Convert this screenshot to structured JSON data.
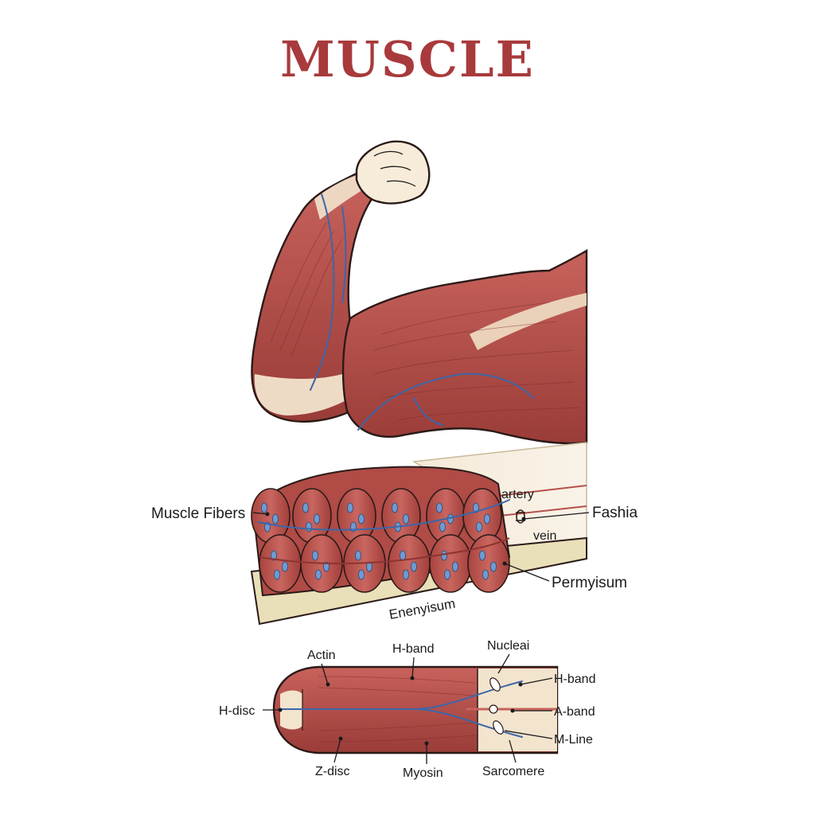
{
  "title": "MUSCLE",
  "cross_section_labels": {
    "muscle_fibers": "Muscle Fibers",
    "artery": "artery",
    "fashia": "Fashia",
    "vein": "vein",
    "permyisum": "Permyisum",
    "endomysium": "Enenyisum"
  },
  "sarcomere_labels": {
    "actin": "Actin",
    "h_band_top": "H-band",
    "nucleai": "Nucleai",
    "h_band_right": "H-band",
    "h_disc": "H-disc",
    "a_band": "A-band",
    "m_line": "M-Line",
    "z_disc": "Z-disc",
    "myosin": "Myosin",
    "sarcomere": "Sarcomere"
  },
  "colors": {
    "title": "#a83a3c",
    "muscle": "#b5504c",
    "muscle_dark": "#8e3430",
    "tendon": "#f1e3cc",
    "vessel": "#3c66a8"
  }
}
